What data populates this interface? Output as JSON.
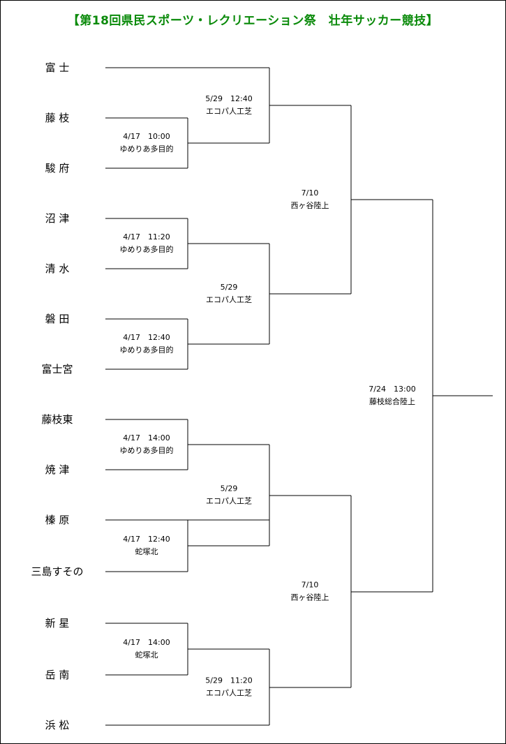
{
  "title": "【第18回県民スポーツ・レクリエーション祭　壮年サッカー競技】",
  "teams": [
    "富 士",
    "藤 枝",
    "駿 府",
    "沼 津",
    "清 水",
    "磐 田",
    "富士宮",
    "藤枝東",
    "焼 津",
    "榛 原",
    "三島すその",
    "新 星",
    "岳 南",
    "浜 松"
  ],
  "matches": [
    {
      "date": "4/17　10:00",
      "venue": "ゆめりあ多目的"
    },
    {
      "date": "4/17　11:20",
      "venue": "ゆめりあ多目的"
    },
    {
      "date": "4/17　12:40",
      "venue": "ゆめりあ多目的"
    },
    {
      "date": "4/17　14:00",
      "venue": "ゆめりあ多目的"
    },
    {
      "date": "4/17　12:40",
      "venue": "蛇塚北"
    },
    {
      "date": "4/17　14:00",
      "venue": "蛇塚北"
    },
    {
      "date": "5/29　12:40",
      "venue": "エコパ人工芝"
    },
    {
      "date": "5/29",
      "venue": "エコパ人工芝"
    },
    {
      "date": "5/29",
      "venue": "エコパ人工芝"
    },
    {
      "date": "5/29　11:20",
      "venue": "エコパ人工芝"
    },
    {
      "date": "7/10",
      "venue": "西ヶ谷陸上"
    },
    {
      "date": "7/10",
      "venue": "西ヶ谷陸上"
    },
    {
      "date": "7/24　13:00",
      "venue": "藤枝総合陸上"
    }
  ]
}
